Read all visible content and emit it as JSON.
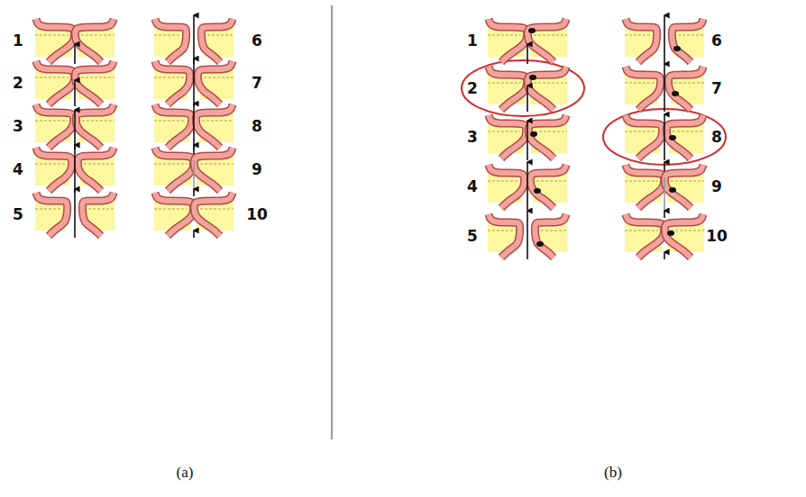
{
  "diagram": {
    "labels": [
      "1",
      "2",
      "3",
      "4",
      "5",
      "6",
      "7",
      "8",
      "9",
      "10",
      "1",
      "2",
      "3",
      "4",
      "5",
      "6",
      "7",
      "8",
      "9",
      "10",
      "(a)",
      "(b)"
    ]
  }
}
